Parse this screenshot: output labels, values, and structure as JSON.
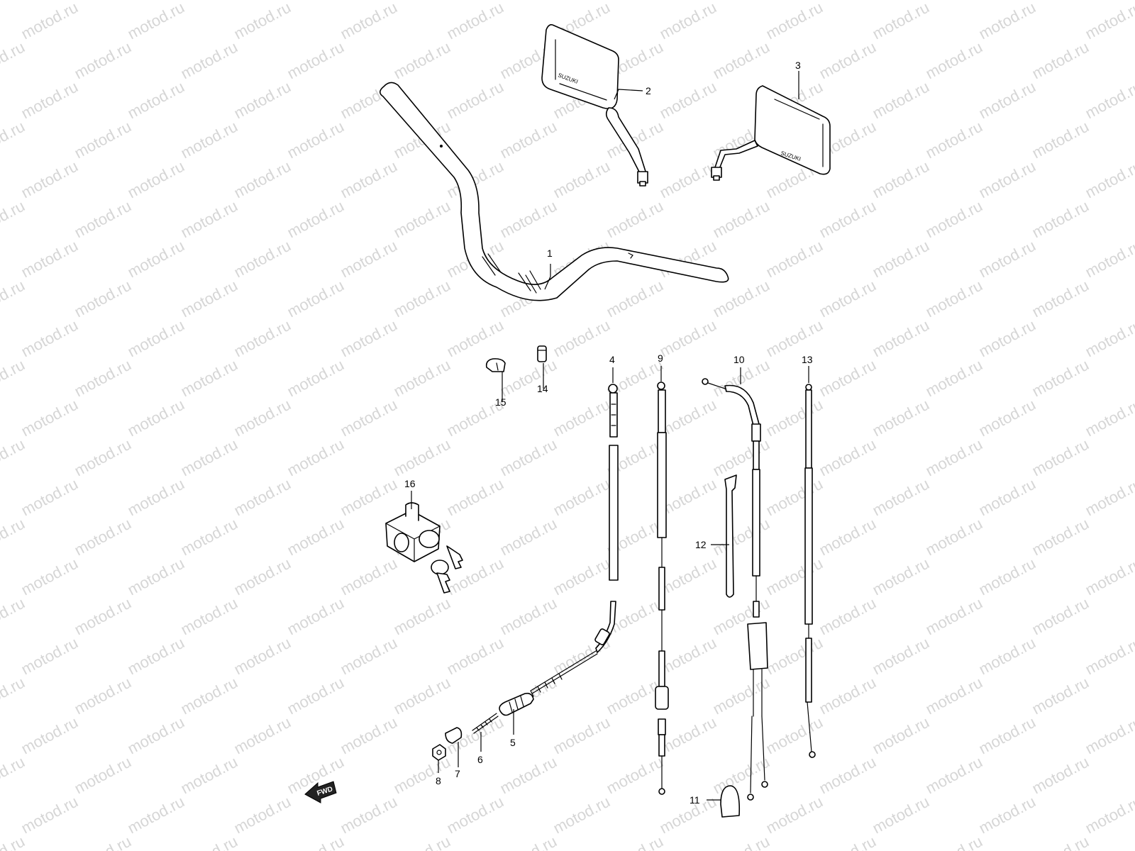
{
  "watermark": {
    "text": "motod.ru",
    "color": "#d6d6d6"
  },
  "callouts": [
    {
      "id": "1",
      "label": "1"
    },
    {
      "id": "2",
      "label": "2"
    },
    {
      "id": "3",
      "label": "3"
    },
    {
      "id": "4",
      "label": "4"
    },
    {
      "id": "5",
      "label": "5"
    },
    {
      "id": "6",
      "label": "6"
    },
    {
      "id": "7",
      "label": "7"
    },
    {
      "id": "8",
      "label": "8"
    },
    {
      "id": "9",
      "label": "9"
    },
    {
      "id": "10",
      "label": "10"
    },
    {
      "id": "11",
      "label": "11"
    },
    {
      "id": "12",
      "label": "12"
    },
    {
      "id": "13",
      "label": "13"
    },
    {
      "id": "14",
      "label": "14"
    },
    {
      "id": "15",
      "label": "15"
    },
    {
      "id": "16",
      "label": "16"
    }
  ],
  "fwd_arrow": {
    "label": "FWD"
  },
  "mirror_text": {
    "left": "SUZUKI",
    "right": "SUZUKI"
  }
}
